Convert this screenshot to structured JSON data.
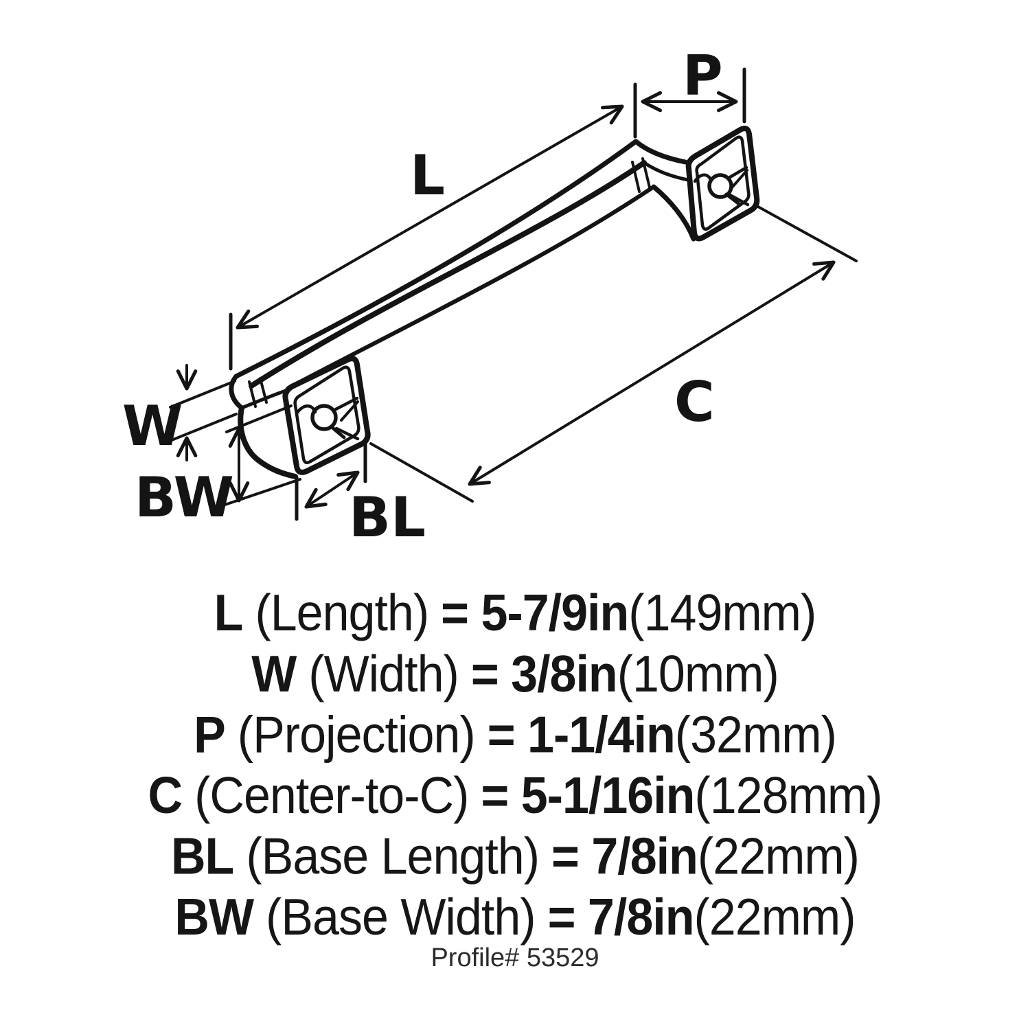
{
  "diagram": {
    "labels": {
      "L": "L",
      "W": "W",
      "P": "P",
      "C": "C",
      "BL": "BL",
      "BW": "BW"
    },
    "ink_color": "#141414",
    "background_color": "#ffffff"
  },
  "specs": {
    "lines": [
      {
        "key": "L",
        "name": "(Length)",
        "value": "= 5-7/9in",
        "metric": "(149mm)"
      },
      {
        "key": "W",
        "name": "(Width)",
        "value": "= 3/8in",
        "metric": "(10mm)"
      },
      {
        "key": "P",
        "name": "(Projection)",
        "value": "= 1-1/4in",
        "metric": "(32mm)"
      },
      {
        "key": "C",
        "name": "(Center-to-C)",
        "value": "= 5-1/16in",
        "metric": "(128mm)"
      },
      {
        "key": "BL",
        "name": "(Base Length)",
        "value": "= 7/8in",
        "metric": "(22mm)"
      },
      {
        "key": "BW",
        "name": "(Base Width)",
        "value": "= 7/8in",
        "metric": "(22mm)"
      }
    ],
    "profile": "Profile# 53529"
  }
}
